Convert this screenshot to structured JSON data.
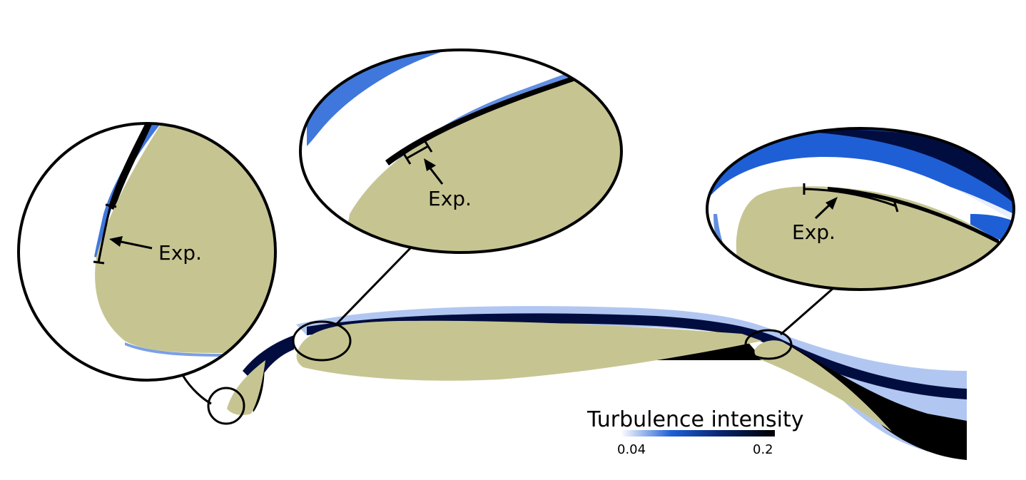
{
  "colorbar": {
    "title": "Turbulence intensity",
    "min_label": "0.04",
    "max_label": "0.2",
    "stops": [
      "#ffffff",
      "#1f5fd6",
      "#08246b",
      "#000000"
    ]
  },
  "annotations": {
    "slat": "Exp.",
    "main": "Exp.",
    "flap": "Exp."
  },
  "colors": {
    "airfoil": "#c6c592",
    "wake_dark": "#020d3f",
    "wake_blue": "#1f5fd6",
    "outline": "#000000"
  }
}
